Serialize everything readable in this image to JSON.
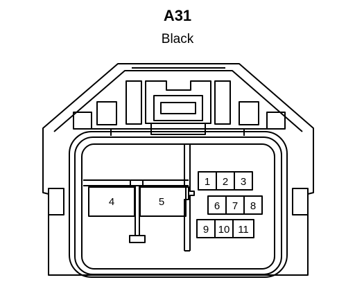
{
  "connector": {
    "id": "A31",
    "color": "Black"
  },
  "cavities": {
    "large": [
      {
        "label": "4"
      },
      {
        "label": "5"
      }
    ],
    "small_rows": [
      [
        "1",
        "2",
        "3"
      ],
      [
        "6",
        "7",
        "8"
      ],
      [
        "9",
        "10",
        "11"
      ]
    ]
  },
  "colors": {
    "line": "#000000",
    "background": "#ffffff"
  }
}
